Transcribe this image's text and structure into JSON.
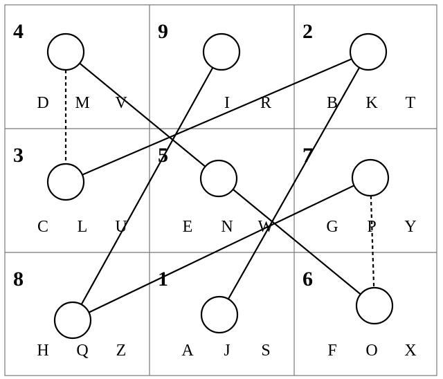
{
  "cells": [
    {
      "number": "4",
      "letters": [
        "D",
        "M",
        "V"
      ]
    },
    {
      "number": "9",
      "letters": [
        "",
        "I",
        "R"
      ]
    },
    {
      "number": "2",
      "letters": [
        "B",
        "K",
        "T"
      ]
    },
    {
      "number": "3",
      "letters": [
        "C",
        "L",
        "U"
      ]
    },
    {
      "number": "5",
      "letters": [
        "E",
        "N",
        "W"
      ]
    },
    {
      "number": "7",
      "letters": [
        "G",
        "P",
        "Y"
      ]
    },
    {
      "number": "8",
      "letters": [
        "H",
        "Q",
        "Z"
      ]
    },
    {
      "number": "1",
      "letters": [
        "A",
        "J",
        "S"
      ]
    },
    {
      "number": "6",
      "letters": [
        "F",
        "O",
        "X"
      ]
    }
  ],
  "connections": [
    {
      "from": 0,
      "to": 8,
      "style": "solid"
    },
    {
      "from": 0,
      "to": 3,
      "style": "dashed"
    },
    {
      "from": 1,
      "to": 6,
      "style": "solid"
    },
    {
      "from": 2,
      "to": 3,
      "style": "solid"
    },
    {
      "from": 2,
      "to": 7,
      "style": "solid"
    },
    {
      "from": 5,
      "to": 6,
      "style": "solid"
    },
    {
      "from": 5,
      "to": 8,
      "style": "dashed"
    }
  ]
}
